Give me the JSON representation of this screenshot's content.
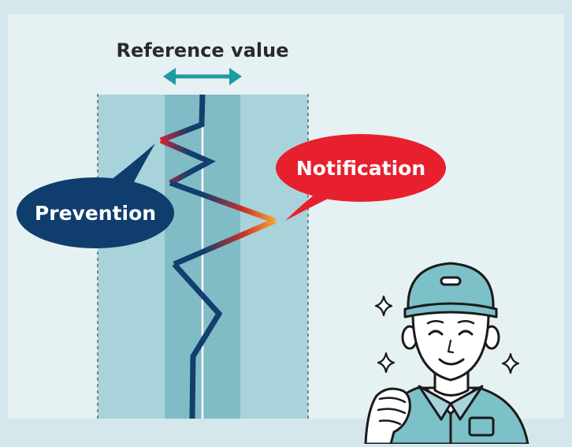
{
  "labels": {
    "reference": "Reference value",
    "notification": "Notification",
    "prevention": "Prevention"
  },
  "colors": {
    "outer_frame": "#d3e7ec",
    "panel": "#e6f1f4",
    "band_outer": "#a9d3da",
    "band_inner": "#80bcc6",
    "reference_line": "#ffffff",
    "arrow": "#1e9aa3",
    "trace": "#123f6e",
    "warning_orange": "#f29a2e",
    "notification_bubble": "#e8202e",
    "prevention_bubble": "#0f3d6e",
    "worker_uniform": "#7cc0c8",
    "outline": "#1a1a1a"
  },
  "icons": [
    "sparkle-icon",
    "double-arrow-icon"
  ]
}
